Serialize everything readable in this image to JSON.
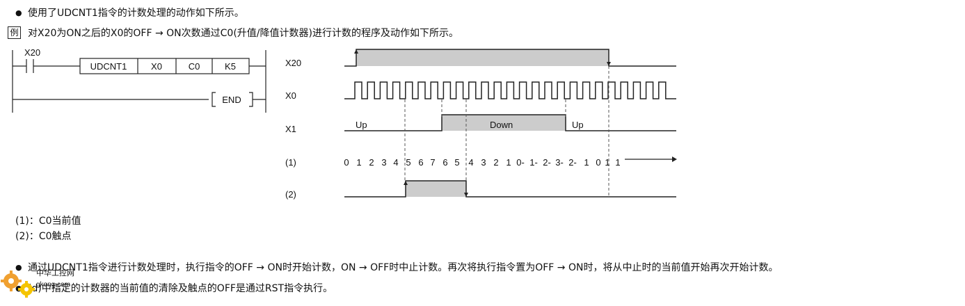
{
  "intro_line": "使用了UDCNT1指令的计数处理的动作如下所示。",
  "example": {
    "badge": "例",
    "text": "对X20为ON之后的X0的OFF → ON次数通过C0(升值/降值计数器)进行计数的程序及动作如下所示。"
  },
  "ladder": {
    "contact_label": "X20",
    "instruction": [
      "UDCNT1",
      "X0",
      "C0",
      "K5"
    ],
    "end_label": "END"
  },
  "timing": {
    "signals": [
      "X20",
      "X0",
      "X1",
      "(1)",
      "(2)"
    ],
    "x1_segments": [
      "Up",
      "Down",
      "Up"
    ],
    "count_values": [
      "0",
      "1",
      "2",
      "3",
      "4",
      "5",
      "6",
      "7",
      "6",
      "5",
      "4",
      "3",
      "2",
      "1",
      "0-",
      "1-",
      "2-",
      "3-",
      "2-",
      "1",
      "0",
      "1",
      "1"
    ]
  },
  "legend": {
    "item1": "(1)：C0当前值",
    "item2": "(2)：C0触点"
  },
  "notes": [
    "通过UDCNT1指令进行计数处理时，执行指令的OFF → ON时开始计数，ON → OFF时中止计数。再次将执行指令置为OFF → ON时，将从中止时的当前值开始再次开始计数。",
    "(d)中指定的计数器的当前值的清除及触点的OFF是通过RST指令执行。"
  ],
  "watermark": {
    "line1": "中华工控网",
    "line2": "gkong.com"
  },
  "colors": {
    "fill_gray": "#cccccc",
    "line": "#222222",
    "wm_orange": "#f0a030",
    "wm_yellow": "#f5c400"
  }
}
